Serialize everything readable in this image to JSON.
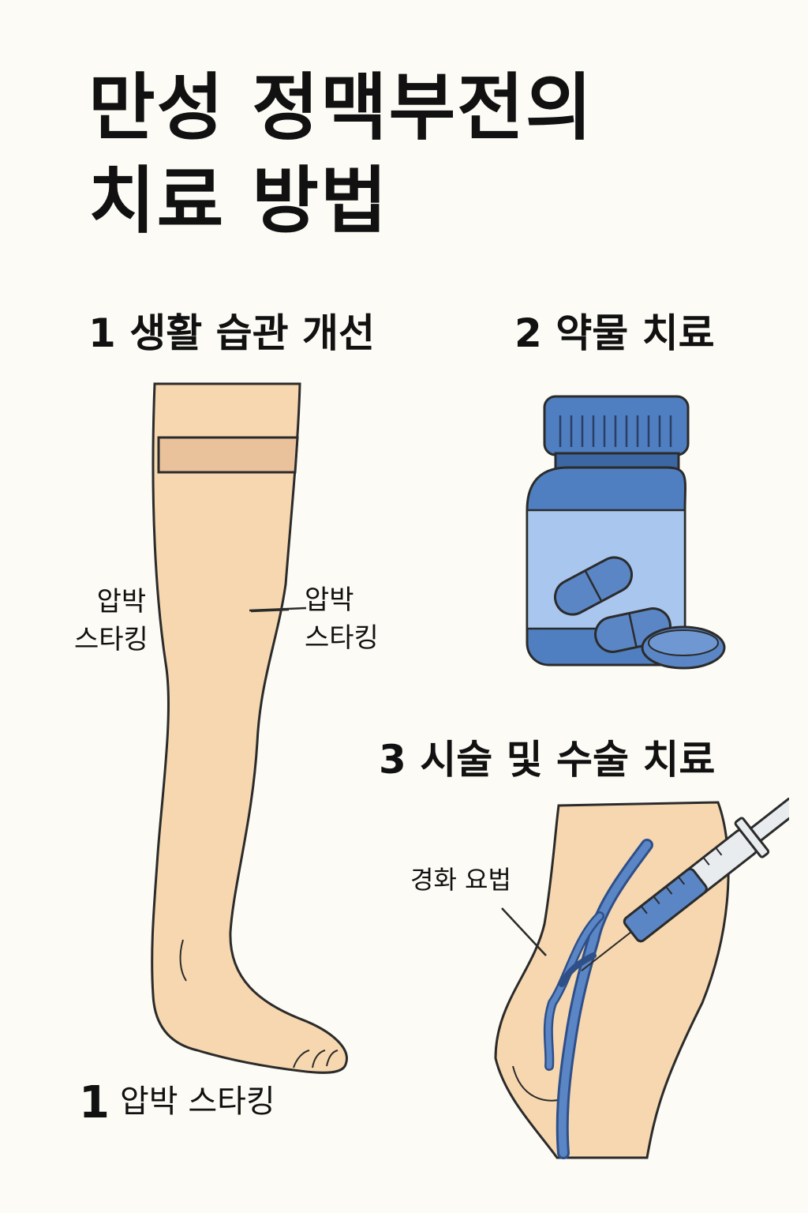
{
  "title": {
    "line1": "만성 정맥부전의",
    "line2": "치료 방법"
  },
  "sections": {
    "lifestyle": "1 생활 습관 개선",
    "medication": "2 약물 치료",
    "procedure": "3 시술 및 수술 치료"
  },
  "leg_labels": {
    "left_line1": "압박",
    "left_line2": "스타킹",
    "right_line1": "압박",
    "right_line2": "스타킹"
  },
  "procedure_label": "경화 요법",
  "footer": {
    "number": "1",
    "text": "압박 스타킹"
  },
  "colors": {
    "background": "#fcfbf5",
    "skin": "#f6d7af",
    "stocking_band": "#e9c29c",
    "bottle_blue": "#4f7fc0",
    "bottle_dark": "#3c67a3",
    "vein_blue": "#5a86c6"
  },
  "icons": [
    "leg-illustration",
    "pill-bottle-icon",
    "capsule-icon",
    "syringe-icon",
    "vein-icon"
  ]
}
